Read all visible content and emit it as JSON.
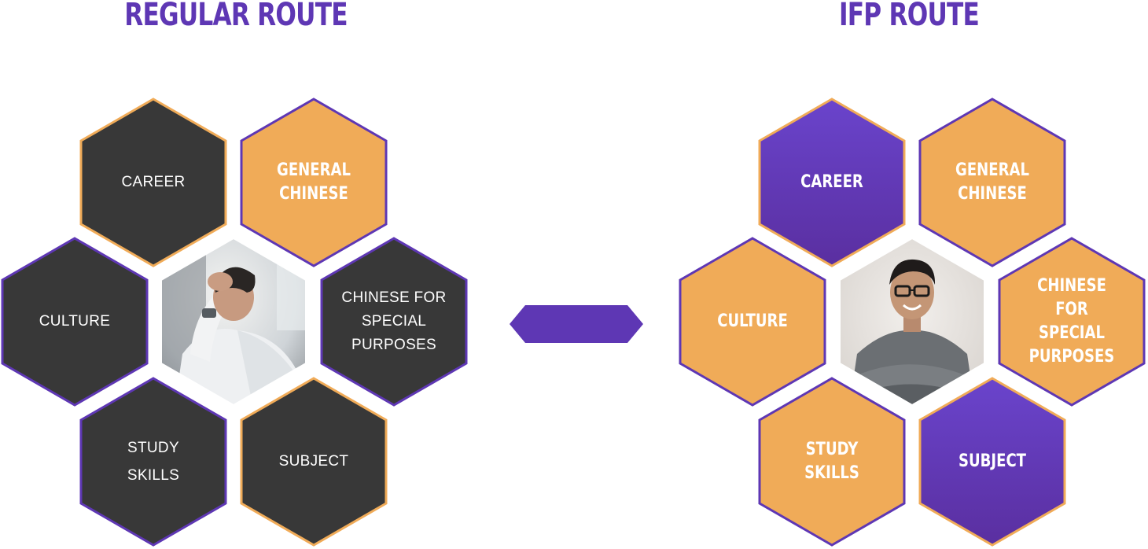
{
  "colors": {
    "purple": "#5e37b4",
    "purple_light": "#6a44cc",
    "purple_dark": "#5a2fa0",
    "orange": "#f0ab58",
    "dark": "#383838",
    "white": "#ffffff"
  },
  "regular_route": {
    "title": "REGULAR ROUTE",
    "hexagons": {
      "career": "CAREER",
      "general_chinese": "GENERAL\nCHINESE",
      "culture": "CULTURE",
      "chinese_special": "CHINESE FOR\nSPECIAL\nPURPOSES",
      "study_skills": "STUDY\nSKILLS",
      "subject": "SUBJECT"
    },
    "photo": "stressed-student-photo"
  },
  "ifp_route": {
    "title": "IFP ROUTE",
    "hexagons": {
      "career": "CAREER",
      "general_chinese": "GENERAL\nCHINESE",
      "culture": "CULTURE",
      "chinese_special": "CHINESE FOR\nSPECIAL\nPURPOSES",
      "study_skills": "STUDY\nSKILLS",
      "subject": "SUBJECT"
    },
    "photo": "smiling-student-photo"
  },
  "arrow_icon": "double-arrow-icon"
}
